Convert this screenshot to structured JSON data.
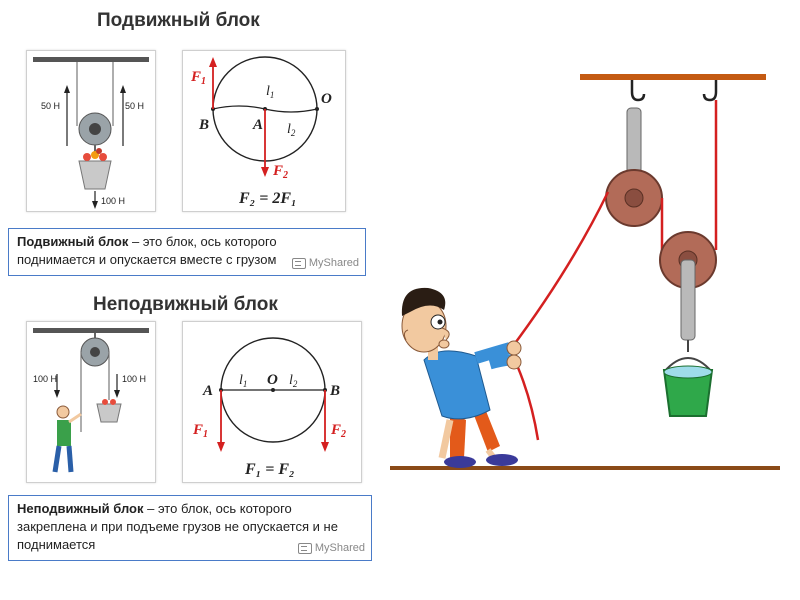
{
  "movable": {
    "title": "Подвижный блок",
    "force_left": "50 Н",
    "force_right": "50 Н",
    "load": "100 Н",
    "lever": {
      "f1": "F",
      "f1_sub": "1",
      "f2": "F",
      "f2_sub": "2",
      "l1": "l",
      "l1_sub": "1",
      "l2": "l",
      "l2_sub": "2",
      "point_b": "B",
      "point_a": "A",
      "point_o": "O",
      "formula": "F₂ = 2F₁"
    },
    "definition_term": "Подвижный блок",
    "definition_text": " – это блок, ось которого поднимается и опускается вместе с грузом"
  },
  "fixed": {
    "title": "Неподвижный блок",
    "force_left": "100 Н",
    "force_right": "100 Н",
    "lever": {
      "f1": "F",
      "f1_sub": "1",
      "f2": "F",
      "f2_sub": "2",
      "l1": "l",
      "l1_sub": "1",
      "l2": "l",
      "l2_sub": "2",
      "point_a": "A",
      "point_o": "O",
      "point_b": "B",
      "formula": "F₁ = F₂"
    },
    "definition_term": "Неподвижный блок",
    "definition_text": " – это блок, ось которого закреплена и при подъеме грузов не опускается и не поднимается"
  },
  "watermark": "MyShared",
  "colors": {
    "force_arrow": "#d42020",
    "pulley": "#b26b58",
    "rope": "#d42020",
    "beam": "#c45a12",
    "bucket": "#2fa84a",
    "water": "#9fdcea",
    "box_border": "#4a7bc8"
  }
}
